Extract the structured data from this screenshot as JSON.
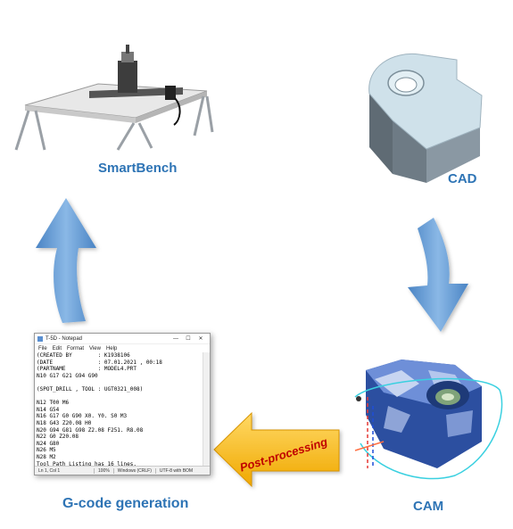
{
  "labels": {
    "smartbench": "SmartBench",
    "cad": "CAD",
    "cam": "CAM",
    "gcode": "G-code generation",
    "post_processing": "Post-processing"
  },
  "colors": {
    "label_blue": "#2e74b5",
    "arrow_blue": "#5b9bd5",
    "arrow_orange": "#ffc000",
    "post_text_red": "#c00000"
  },
  "notepad": {
    "title": "T-5D - Notepad",
    "menu": [
      "File",
      "Edit",
      "Format",
      "View",
      "Help"
    ],
    "lines": [
      "(CREATED BY        : K1938106",
      "(DATE              : 07.01.2021 , 00:18",
      "(PARTNAME          : MODEL4.PRT",
      "N10 G17 G21 G94 G90",
      "",
      "(SPOT_DRILL , TOOL : UGT0321_008)",
      "",
      "N12 T00 M6",
      "N14 G54",
      "N16 G17 G0 G90 X0. Y0. S0 M3",
      "N18 G43 Z20.08 H0",
      "N20 G94 G81 G98 Z2.08 F251. R8.08",
      "N22 G0 Z20.08",
      "N24 G80",
      "N26 M5",
      "N28 M2",
      "Tool Path Listing has 16 lines."
    ],
    "status": {
      "position": "Ln 1, Col 1",
      "zoom": "100%",
      "line_endings": "Windows (CRLF)",
      "encoding": "UTF-8 with BOM"
    },
    "controls": {
      "minimize": "—",
      "maximize": "☐",
      "close": "✕"
    }
  },
  "icons": [
    "smartbench-machine-image",
    "cad-part-image",
    "cam-toolpath-image",
    "notepad-window"
  ]
}
